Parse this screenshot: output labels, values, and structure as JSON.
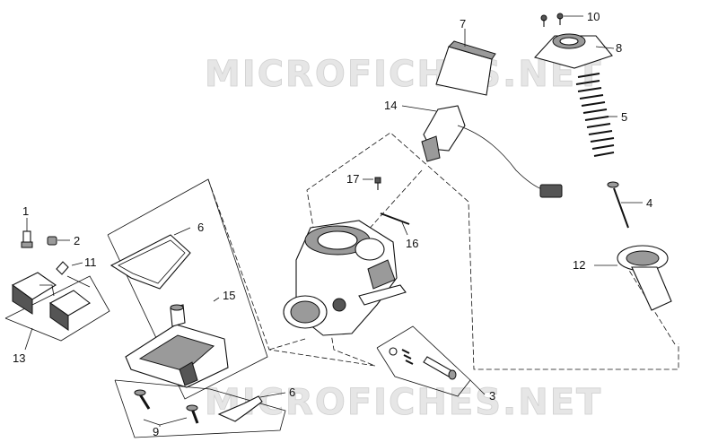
{
  "watermarks": [
    "MICROFICHES.NET",
    "MICROFICHES.NET"
  ],
  "callouts": {
    "c1": "1",
    "c2": "2",
    "c3": "3",
    "c4": "4",
    "c5": "5",
    "c6a": "6",
    "c6b": "6",
    "c7": "7",
    "c8": "8",
    "c9": "9",
    "c10": "10",
    "c11": "11",
    "c12": "12",
    "c13": "13",
    "c14": "14",
    "c15": "15",
    "c16": "16",
    "c17": "17"
  }
}
